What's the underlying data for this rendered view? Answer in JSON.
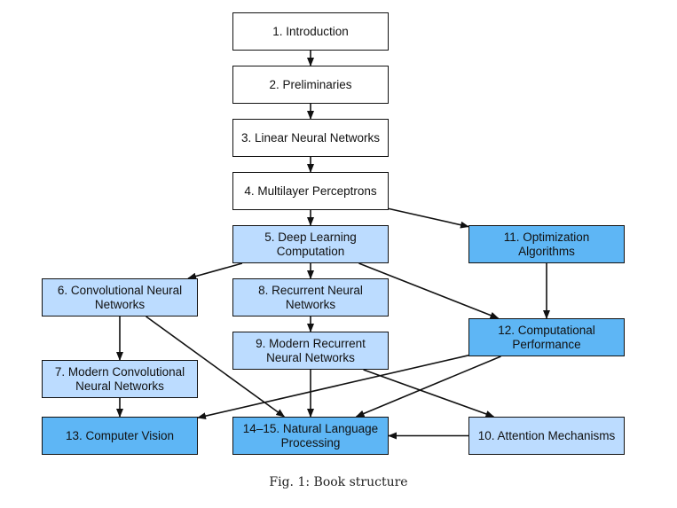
{
  "colors": {
    "white": "#ffffff",
    "light_blue": "#bcdcff",
    "blue": "#5eb6f5",
    "arrow": "#111111"
  },
  "nodes": {
    "n1": {
      "label": "1. Introduction",
      "fill": "white"
    },
    "n2": {
      "label": "2. Preliminaries",
      "fill": "white"
    },
    "n3": {
      "label": "3. Linear Neural Networks",
      "fill": "white"
    },
    "n4": {
      "label": "4. Multilayer Perceptrons",
      "fill": "white"
    },
    "n5": {
      "label": "5. Deep Learning\nComputation",
      "fill": "light_blue"
    },
    "n6": {
      "label": "6. Convolutional Neural\nNetworks",
      "fill": "light_blue"
    },
    "n7": {
      "label": "7. Modern Convolutional\nNeural Networks",
      "fill": "light_blue"
    },
    "n8": {
      "label": "8. Recurrent Neural\nNetworks",
      "fill": "light_blue"
    },
    "n9": {
      "label": "9. Modern Recurrent\nNeural Networks",
      "fill": "light_blue"
    },
    "n10": {
      "label": "10. Attention Mechanisms",
      "fill": "light_blue"
    },
    "n11": {
      "label": "11. Optimization\nAlgorithms",
      "fill": "blue"
    },
    "n12": {
      "label": "12. Computational\nPerformance",
      "fill": "blue"
    },
    "n13": {
      "label": "13. Computer Vision",
      "fill": "blue"
    },
    "n14": {
      "label": "14–15. Natural Language\nProcessing",
      "fill": "blue"
    }
  },
  "edges": [
    [
      "n1",
      "n2"
    ],
    [
      "n2",
      "n3"
    ],
    [
      "n3",
      "n4"
    ],
    [
      "n4",
      "n5"
    ],
    [
      "n4",
      "n11"
    ],
    [
      "n5",
      "n6"
    ],
    [
      "n5",
      "n8"
    ],
    [
      "n5",
      "n12"
    ],
    [
      "n11",
      "n12"
    ],
    [
      "n6",
      "n7"
    ],
    [
      "n6",
      "n14"
    ],
    [
      "n8",
      "n9"
    ],
    [
      "n7",
      "n13"
    ],
    [
      "n9",
      "n14"
    ],
    [
      "n9",
      "n10"
    ],
    [
      "n12",
      "n13"
    ],
    [
      "n12",
      "n14"
    ],
    [
      "n10",
      "n14"
    ]
  ],
  "caption": "Fig. 1: Book structure"
}
